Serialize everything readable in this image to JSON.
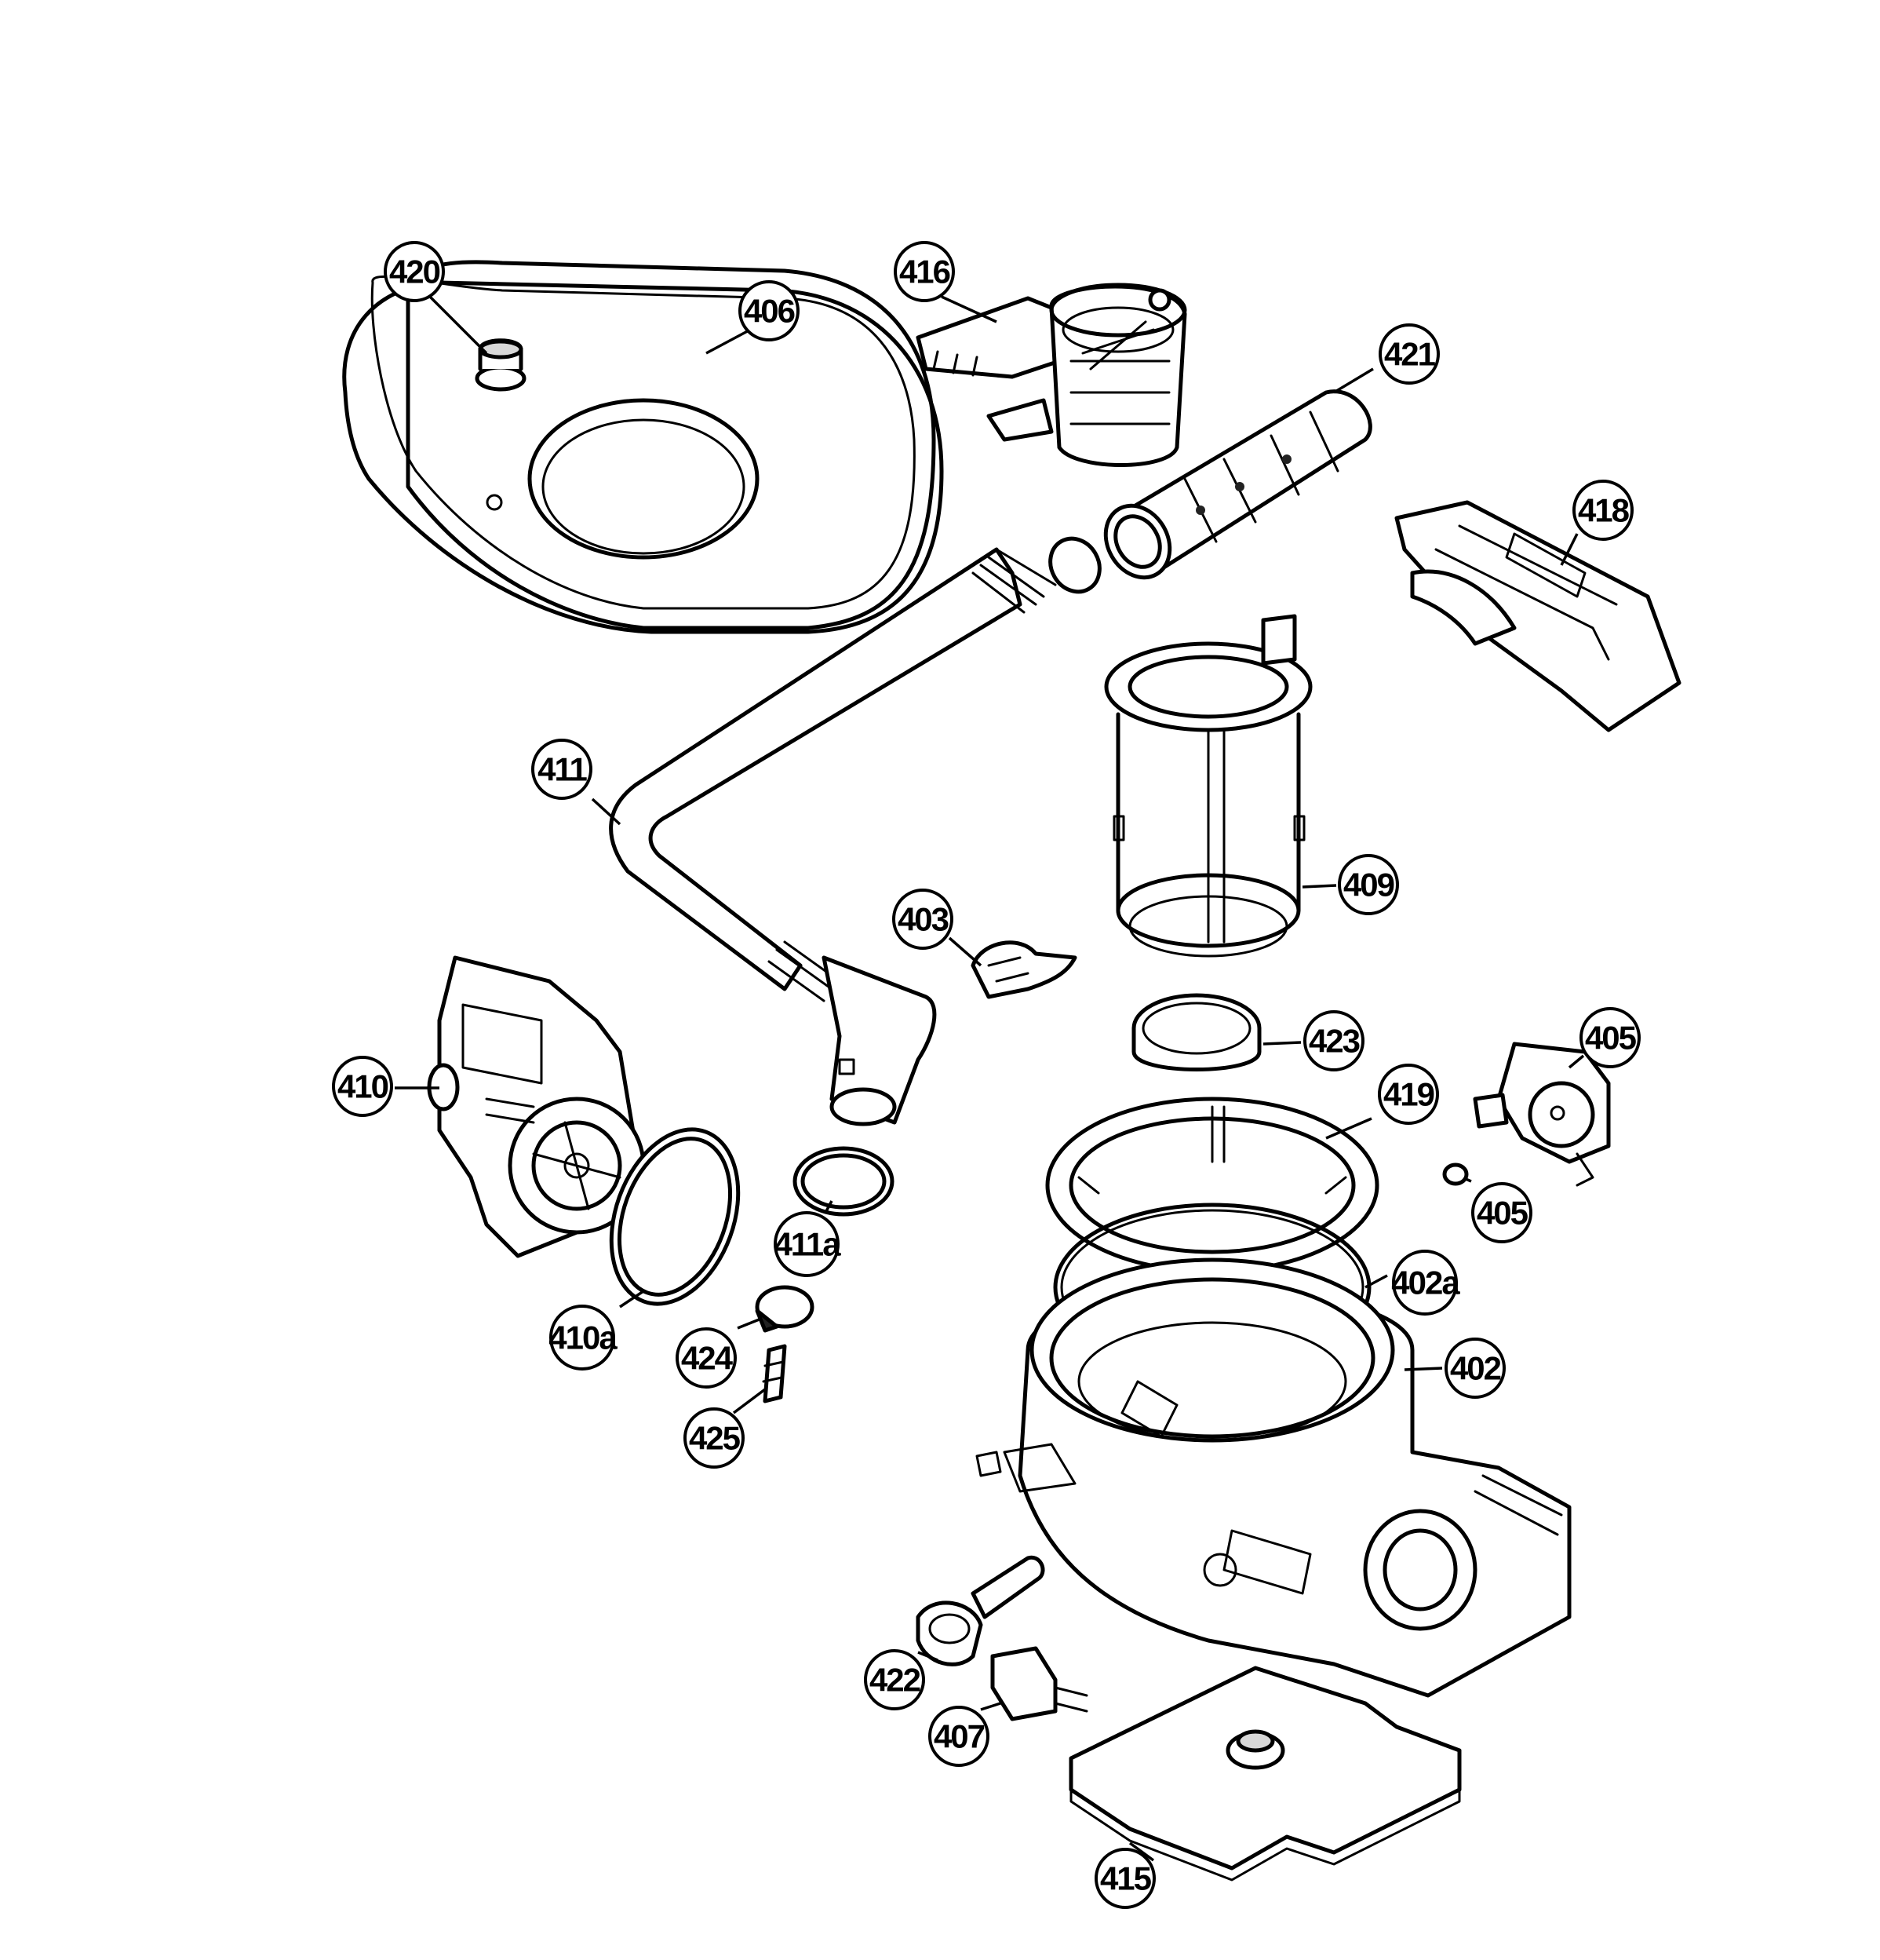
{
  "callouts": [
    {
      "id": "c420",
      "label": "420"
    },
    {
      "id": "c406",
      "label": "406"
    },
    {
      "id": "c416",
      "label": "416"
    },
    {
      "id": "c421",
      "label": "421"
    },
    {
      "id": "c418",
      "label": "418"
    },
    {
      "id": "c411",
      "label": "411"
    },
    {
      "id": "c409",
      "label": "409"
    },
    {
      "id": "c403",
      "label": "403"
    },
    {
      "id": "c410",
      "label": "410"
    },
    {
      "id": "c423",
      "label": "423"
    },
    {
      "id": "c405a",
      "label": "405"
    },
    {
      "id": "c419",
      "label": "419"
    },
    {
      "id": "c405b",
      "label": "405"
    },
    {
      "id": "c411a",
      "label": "411a"
    },
    {
      "id": "c402a",
      "label": "402a"
    },
    {
      "id": "c410a",
      "label": "410a"
    },
    {
      "id": "c424",
      "label": "424"
    },
    {
      "id": "c402",
      "label": "402"
    },
    {
      "id": "c425",
      "label": "425"
    },
    {
      "id": "c422",
      "label": "422"
    },
    {
      "id": "c407",
      "label": "407"
    },
    {
      "id": "c415",
      "label": "415"
    }
  ]
}
